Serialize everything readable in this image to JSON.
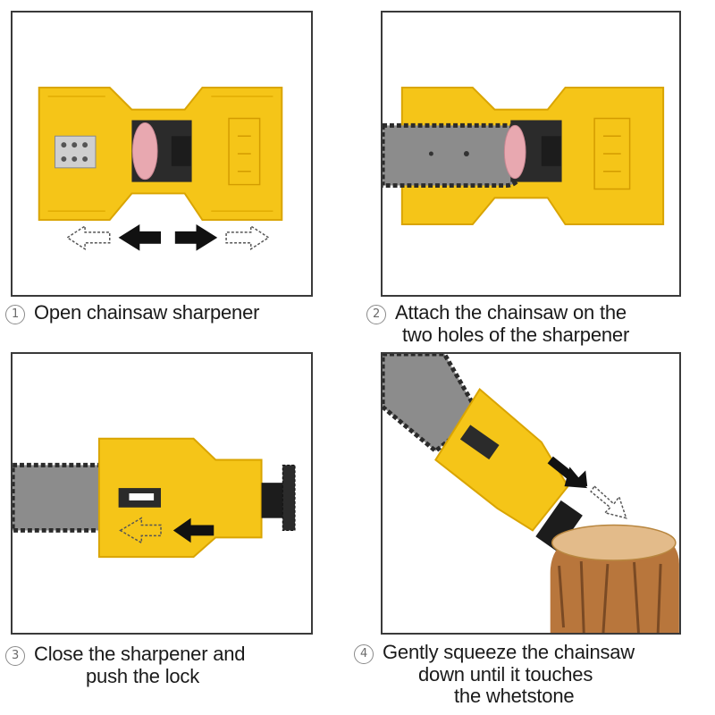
{
  "steps": [
    {
      "number": "①",
      "lines": [
        "Open chainsaw sharpener"
      ]
    },
    {
      "number": "②",
      "lines": [
        "Attach the chainsaw on the",
        "two holes of the sharpener"
      ]
    },
    {
      "number": "③",
      "lines": [
        "Close the sharpener and",
        "push the lock"
      ]
    },
    {
      "number": "④",
      "lines": [
        "Gently squeeze the chainsaw",
        "down until it touches",
        "the whetstone"
      ]
    }
  ],
  "colors": {
    "sharpener": "#f5c518",
    "sharpener_edge": "#d9a400",
    "bar": "#8c8c8c",
    "chain": "#2b2b2b",
    "whetstone": "#e8a8b0",
    "wood": "#b8763c",
    "arrow": "#111111"
  },
  "icons": [
    "arrow-left-icon",
    "arrow-right-icon",
    "arrow-outline-icon"
  ]
}
